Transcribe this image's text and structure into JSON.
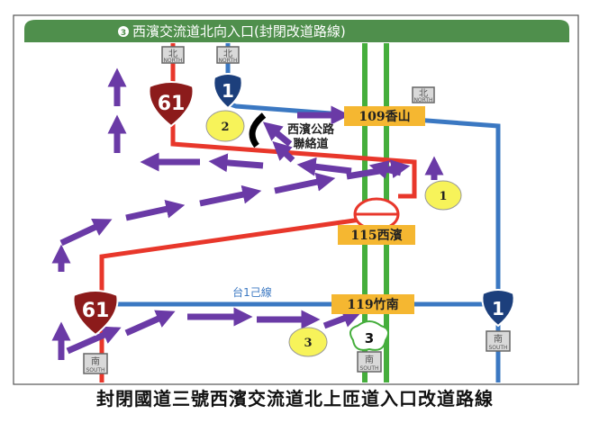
{
  "header": {
    "route_badge": "3",
    "title": "西濱交流道北向入口(封閉改道路線)"
  },
  "signs": {
    "north": "北",
    "north_en": "NORTH",
    "south": "南",
    "south_en": "SOUTH"
  },
  "routes": {
    "r61": "61",
    "r1": "1",
    "r3": "3",
    "tai1ji": "台1己線"
  },
  "interchanges": {
    "xiangshan": "109香山",
    "xibin": "115西濱",
    "zhunan": "119竹南"
  },
  "connector": {
    "line1": "西濱公路",
    "line2": "聯絡道"
  },
  "markers": {
    "m1": "1",
    "m2": "2",
    "m3": "3"
  },
  "caption": "封閉國道三號西濱交流道北上匝道入口改道路線",
  "colors": {
    "header": "#4f8f4c",
    "highway61": "#e8372b",
    "highway1": "#3b78c2",
    "freeway3": "#45ae3c",
    "detour": "#6a3aa6",
    "label": "#f5b731"
  }
}
